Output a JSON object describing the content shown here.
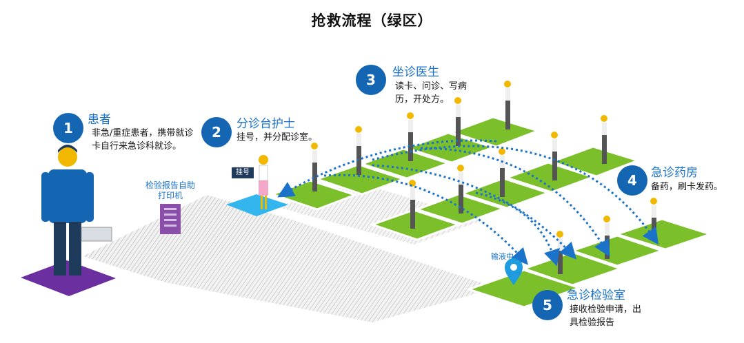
{
  "title": "抢救流程（绿区）",
  "steps": [
    {
      "number": "1",
      "title": "患者",
      "description": "非急/重症患者，携带就诊卡自行来急诊科就诊。"
    },
    {
      "number": "2",
      "title": "分诊台护士",
      "description": "挂号，并分配诊室。"
    },
    {
      "number": "3",
      "title": "坐诊医生",
      "description": "读卡、问诊、写病历，开处方。"
    },
    {
      "number": "4",
      "title": "急诊药房",
      "description": "备药，刷卡发药。"
    },
    {
      "number": "5",
      "title": "急诊检验室",
      "description": "接收检验申请，出具检验报告"
    }
  ],
  "labels": {
    "print_station": "检验报告自助打印机",
    "registration_sign": "挂号",
    "infusion_center": "输液中心"
  },
  "colors": {
    "badge": "#1466b3",
    "step_title": "#1a73c9",
    "room_green": "#7bbf2a",
    "patient_area": "#6b2fa0",
    "triage_area": "#33b6ee",
    "arrow": "#1a73c9",
    "printer": "#8a4fa8"
  },
  "icons": [
    "patient-figure",
    "nurse-figure",
    "doctor-figure",
    "printer-icon",
    "location-pin-icon"
  ]
}
